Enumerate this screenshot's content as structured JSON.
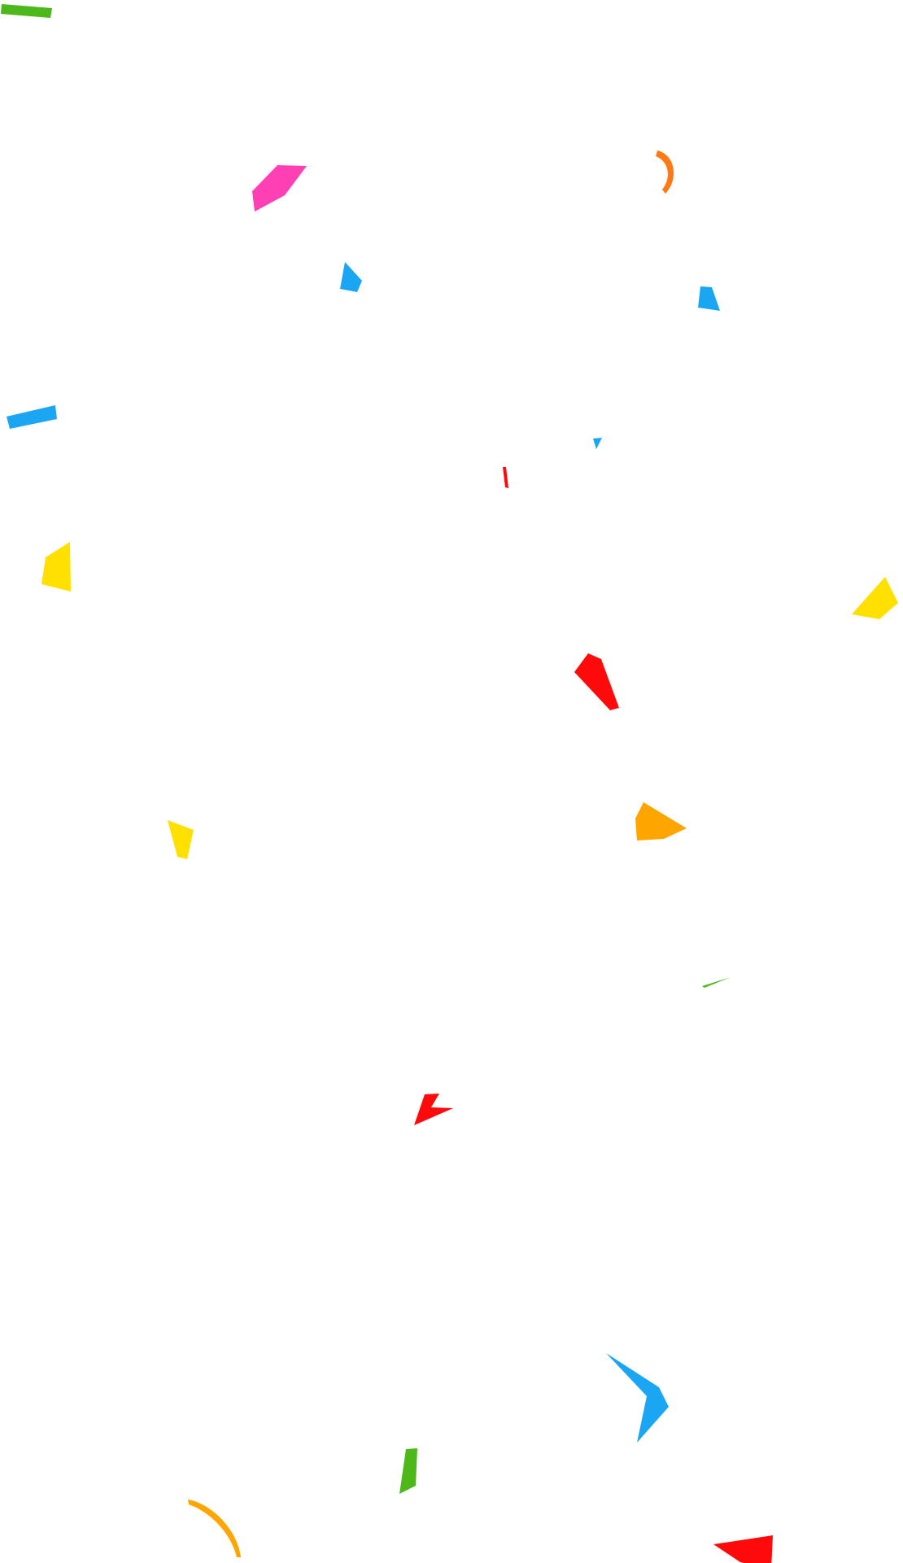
{
  "scene": {
    "name": "confetti-overlay",
    "background": "#ffffff"
  },
  "palette": {
    "green": "#4cb81a",
    "pink": "#ff3fb4",
    "orange": "#ff7a12",
    "blue": "#1aa6f2",
    "red": "#ff0a0a",
    "yellow": "#ffe000",
    "amber": "#ffa500"
  },
  "confetti": [
    {
      "color": "green",
      "shape": "strip"
    },
    {
      "color": "pink",
      "shape": "quad"
    },
    {
      "color": "orange",
      "shape": "curl"
    },
    {
      "color": "blue",
      "shape": "quad"
    },
    {
      "color": "blue",
      "shape": "tri"
    },
    {
      "color": "blue",
      "shape": "strip"
    },
    {
      "color": "blue",
      "shape": "sliver"
    },
    {
      "color": "red",
      "shape": "sliver"
    },
    {
      "color": "yellow",
      "shape": "quad"
    },
    {
      "color": "yellow",
      "shape": "quad"
    },
    {
      "color": "red",
      "shape": "quad"
    },
    {
      "color": "yellow",
      "shape": "quad"
    },
    {
      "color": "amber",
      "shape": "quad"
    },
    {
      "color": "green",
      "shape": "sliver"
    },
    {
      "color": "red",
      "shape": "chevron"
    },
    {
      "color": "blue",
      "shape": "chevron"
    },
    {
      "color": "green",
      "shape": "quad"
    },
    {
      "color": "amber",
      "shape": "curl"
    },
    {
      "color": "red",
      "shape": "quad"
    }
  ]
}
